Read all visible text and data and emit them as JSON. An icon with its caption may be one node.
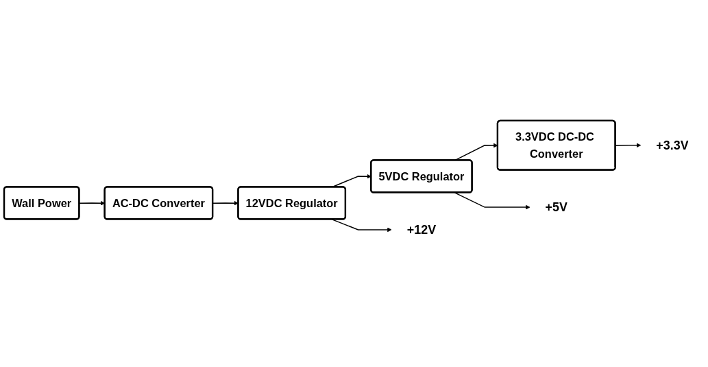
{
  "diagram": {
    "nodes": [
      {
        "text": [
          "Wall Power"
        ]
      },
      {
        "text": [
          "AC-DC Converter"
        ]
      },
      {
        "text": [
          "12VDC Regulator"
        ]
      },
      {
        "text": [
          "5VDC Regulator"
        ]
      },
      {
        "text": [
          "3.3VDC DC-DC Converter"
        ]
      },
      {
        "text": [
          "+12V"
        ]
      },
      {
        "text": [
          "+5V"
        ]
      },
      {
        "text": [
          "+3.3V"
        ]
      }
    ],
    "edges": [
      {
        "from": 0,
        "to": 1,
        "arrow": "to"
      },
      {
        "from": 1,
        "to": 2,
        "arrow": "to"
      },
      {
        "from": 2,
        "to": 3,
        "arrow": "to"
      },
      {
        "from": 3,
        "to": 4,
        "arrow": "to"
      },
      {
        "from": 2,
        "to": 5,
        "arrow": "to"
      },
      {
        "from": 3,
        "to": 6,
        "arrow": "to"
      },
      {
        "from": 4,
        "to": 7,
        "arrow": "to"
      }
    ]
  }
}
